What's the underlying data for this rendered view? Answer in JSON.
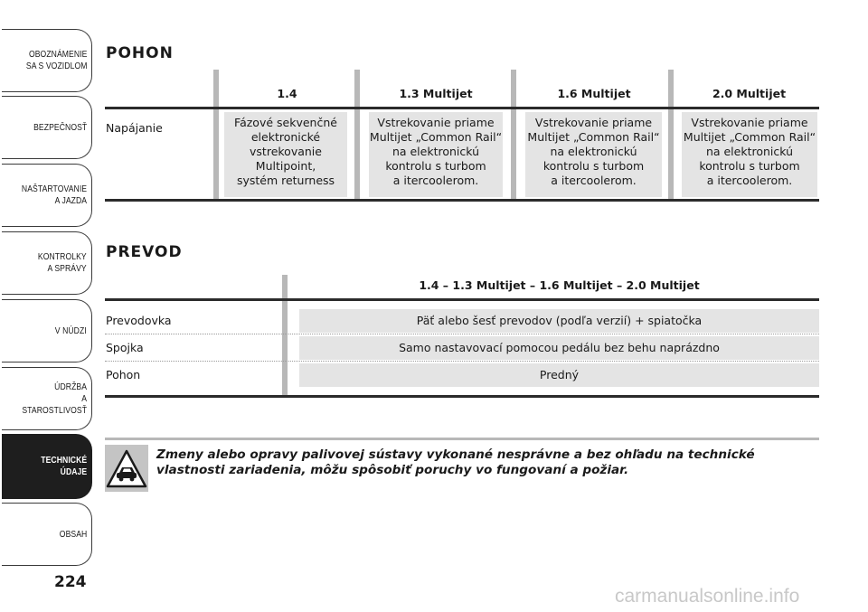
{
  "sidebar": {
    "tabs": [
      {
        "label": "OBOZNÁMENIE\nSA S VOZIDLOM",
        "active": false
      },
      {
        "label": "BEZPEČNOSŤ",
        "active": false
      },
      {
        "label": "NAŠTARTOVANIE\nA JAZDA",
        "active": false
      },
      {
        "label": "KONTROLKY\nA SPRÁVY",
        "active": false
      },
      {
        "label": "V NÚDZI",
        "active": false
      },
      {
        "label": "ÚDRŽBA\nA STAROSTLIVOSŤ",
        "active": false
      },
      {
        "label": "TECHNICKÉ\nÚDAJE",
        "active": true
      },
      {
        "label": "OBSAH",
        "active": false
      }
    ]
  },
  "page_number": "224",
  "watermark": "carmanualsonline.info",
  "pohon": {
    "heading": "POHON",
    "columns": [
      "1.4",
      "1.3 Multijet",
      "1.6 Multijet",
      "2.0 Multijet"
    ],
    "row_label": "Napájanie",
    "values": [
      "Fázové sekvenčné\nelektronické\nvstrekovanie\nMultipoint,\nsystém returness",
      "Vstrekovanie priame\nMultijet „Common Rail“\nna elektronickú\nkontrolu s turbom\na itercoolerom.",
      "Vstrekovanie priame\nMultijet „Common Rail“\nna elektronickú\nkontrolu s turbom\na itercoolerom.",
      "Vstrekovanie priame\nMultijet „Common Rail“\nna elektronickú\nkontrolu s turbom\na itercoolerom."
    ]
  },
  "prevod": {
    "heading": "PREVOD",
    "column": "1.4 – 1.3 Multijet – 1.6 Multijet – 2.0 Multijet",
    "rows": [
      {
        "label": "Prevodovka",
        "value": "Päť alebo šesť prevodov (podľa verzií) + spiatočka"
      },
      {
        "label": "Spojka",
        "value": "Samo nastavovací pomocou pedálu bez behu naprázdno"
      },
      {
        "label": "Pohon",
        "value": "Predný"
      }
    ]
  },
  "warning": {
    "icon": "car-warning-triangle-icon",
    "text": "Zmeny alebo opravy palivovej sústavy vykonané nesprávne a bez ohľadu na technické vlastnosti zariadenia, môžu spôsobiť poruchy vo fungovaní a požiar."
  }
}
